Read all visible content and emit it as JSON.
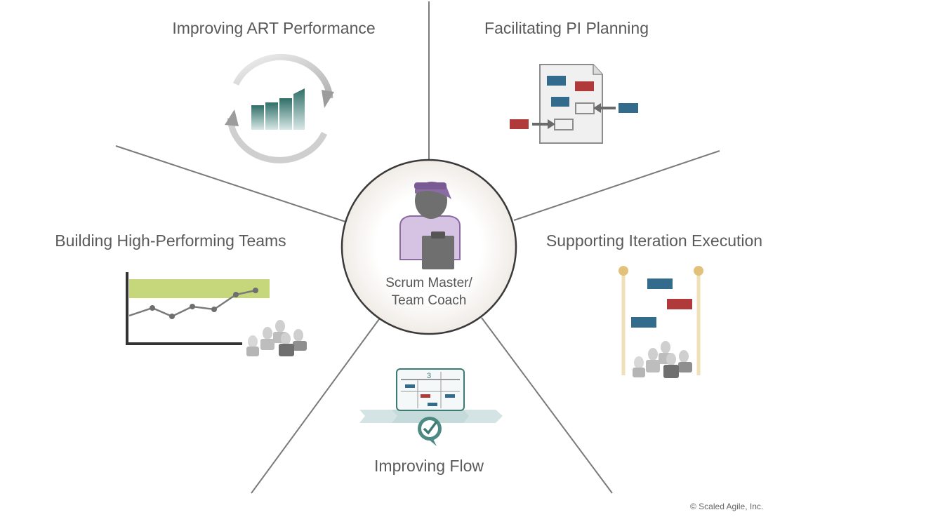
{
  "center": {
    "line1": "Scrum Master/",
    "line2": "Team Coach"
  },
  "roles": {
    "art_performance": "Improving ART Performance",
    "pi_planning": "Facilitating PI Planning",
    "high_performing_teams": "Building High-Performing Teams",
    "iteration_execution": "Supporting Iteration Execution",
    "flow": "Improving Flow"
  },
  "kanban_header": "3",
  "copyright": "© Scaled Agile, Inc.",
  "colors": {
    "blue": "#336b8c",
    "red": "#b03a3a",
    "teal": "#3e7a74",
    "green_band": "#c5d77a",
    "purple": "#8b6ba3",
    "lavender": "#d6c3e3",
    "line": "#7a7a7a"
  }
}
